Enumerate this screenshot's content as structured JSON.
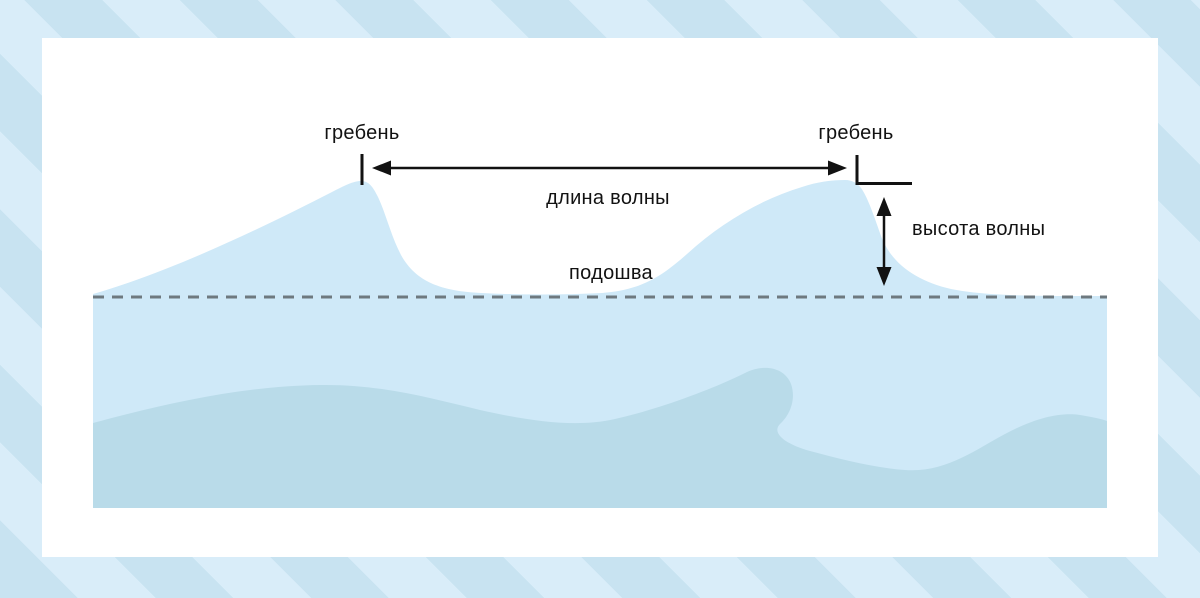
{
  "diagram": {
    "type": "wave-anatomy-diagram",
    "language": "ru"
  },
  "labels": {
    "crest_left": "гребень",
    "crest_right": "гребень",
    "wavelength": "длина волны",
    "trough": "подошва",
    "wave_height": "высота волны"
  },
  "colors": {
    "background_stripe_dark": "#c8e3f1",
    "background_stripe_light": "#d9edf9",
    "card": "#ffffff",
    "water": "#cfe9f8",
    "underwater_layer": "#b9dbe9",
    "water_level_line": "#6e797f",
    "ink": "#121212"
  }
}
